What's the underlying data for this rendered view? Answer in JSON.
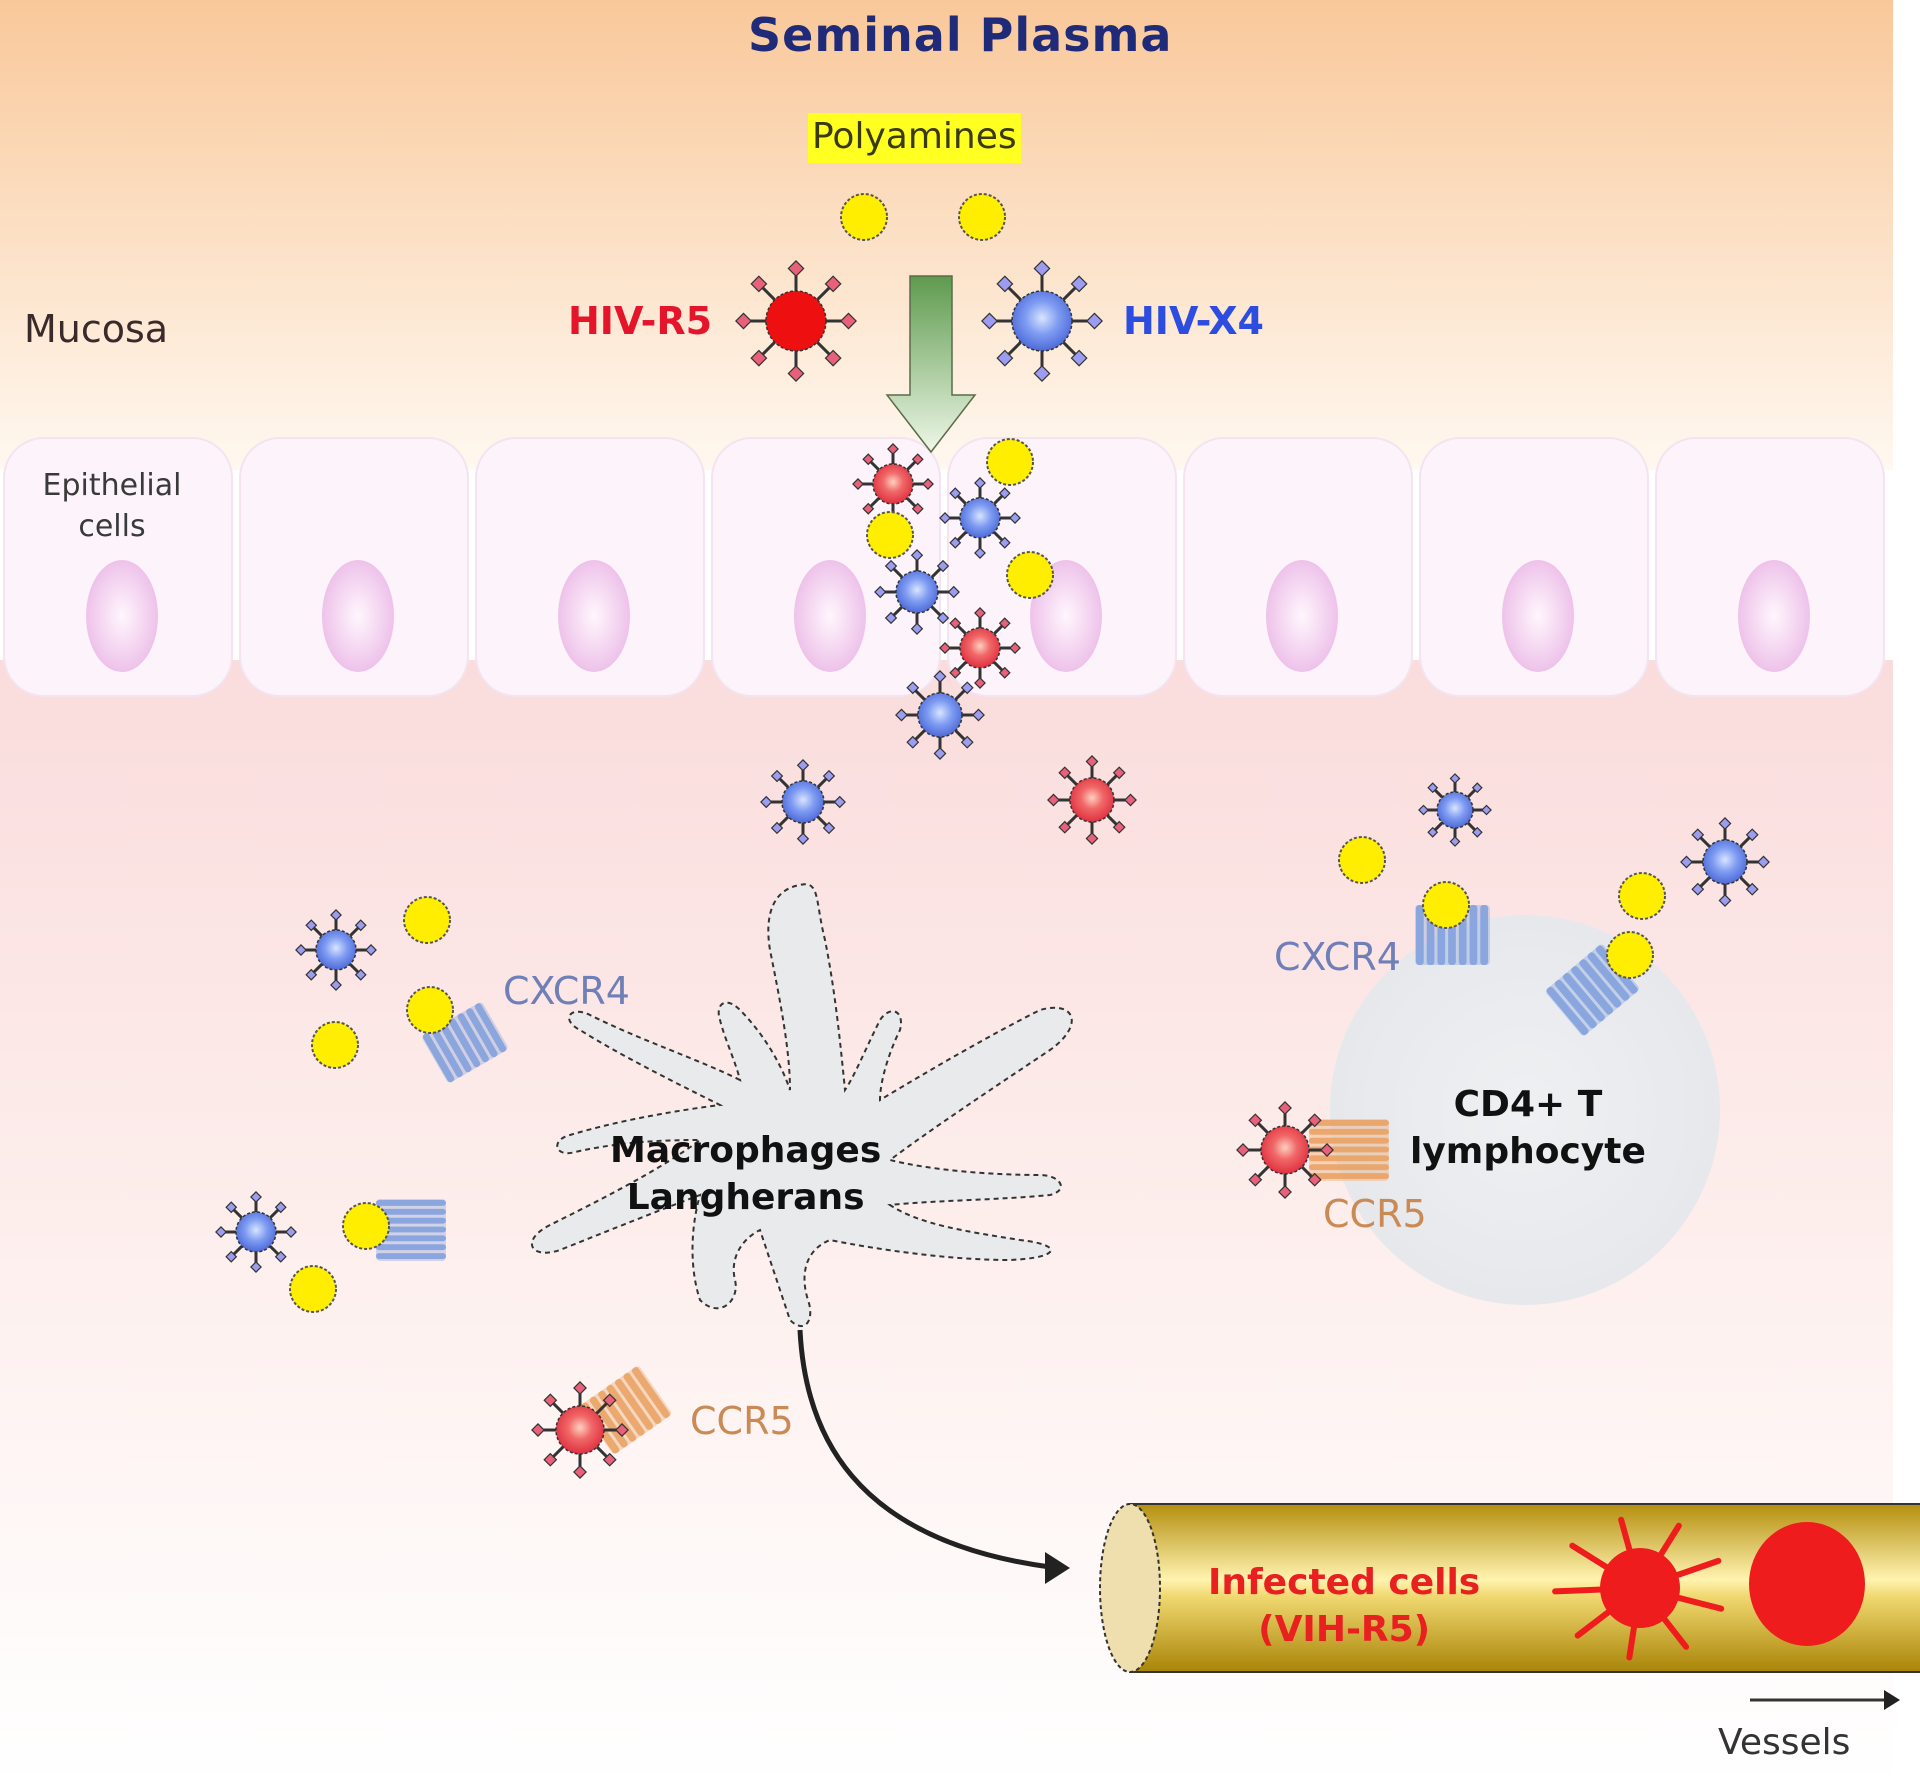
{
  "title": "Seminal Plasma",
  "polyamines_label": "Polyamines",
  "legend": {
    "hiv_r5": "HIV-R5",
    "hiv_x4": "HIV-X4"
  },
  "regions": {
    "mucosa": "Mucosa",
    "epithelial_line1": "Epithelial",
    "epithelial_line2": "cells"
  },
  "receptors": {
    "cxcr4_macrophage": "CXCR4",
    "ccr5_macrophage": "CCR5",
    "cxcr4_lymphocyte": "CXCR4",
    "ccr5_lymphocyte": "CCR5"
  },
  "cells": {
    "macrophage_line1": "Macrophages",
    "macrophage_line2": "Langherans",
    "lymphocyte_line1": "CD4+ T",
    "lymphocyte_line2": "lymphocyte"
  },
  "vessel": {
    "infected_line1": "Infected cells",
    "infected_line2": "(VIH-R5)",
    "direction_label": "Vessels"
  },
  "colors": {
    "plasma_top": "#f9c99a",
    "plasma_bottom": "#fff5ea",
    "epithelium": "#fdf3fb",
    "nucleus": "#f0c8ec",
    "submucosa": "#fbe0e0",
    "hiv_r5": "#ee1c1c",
    "hiv_x4": "#6f8ff0",
    "polyamine": "#ffee00",
    "cxcr4": "#8aa6dc",
    "ccr5": "#e9a76c",
    "vessel": "#c9a516",
    "arrow_green": "#7fae6c"
  }
}
